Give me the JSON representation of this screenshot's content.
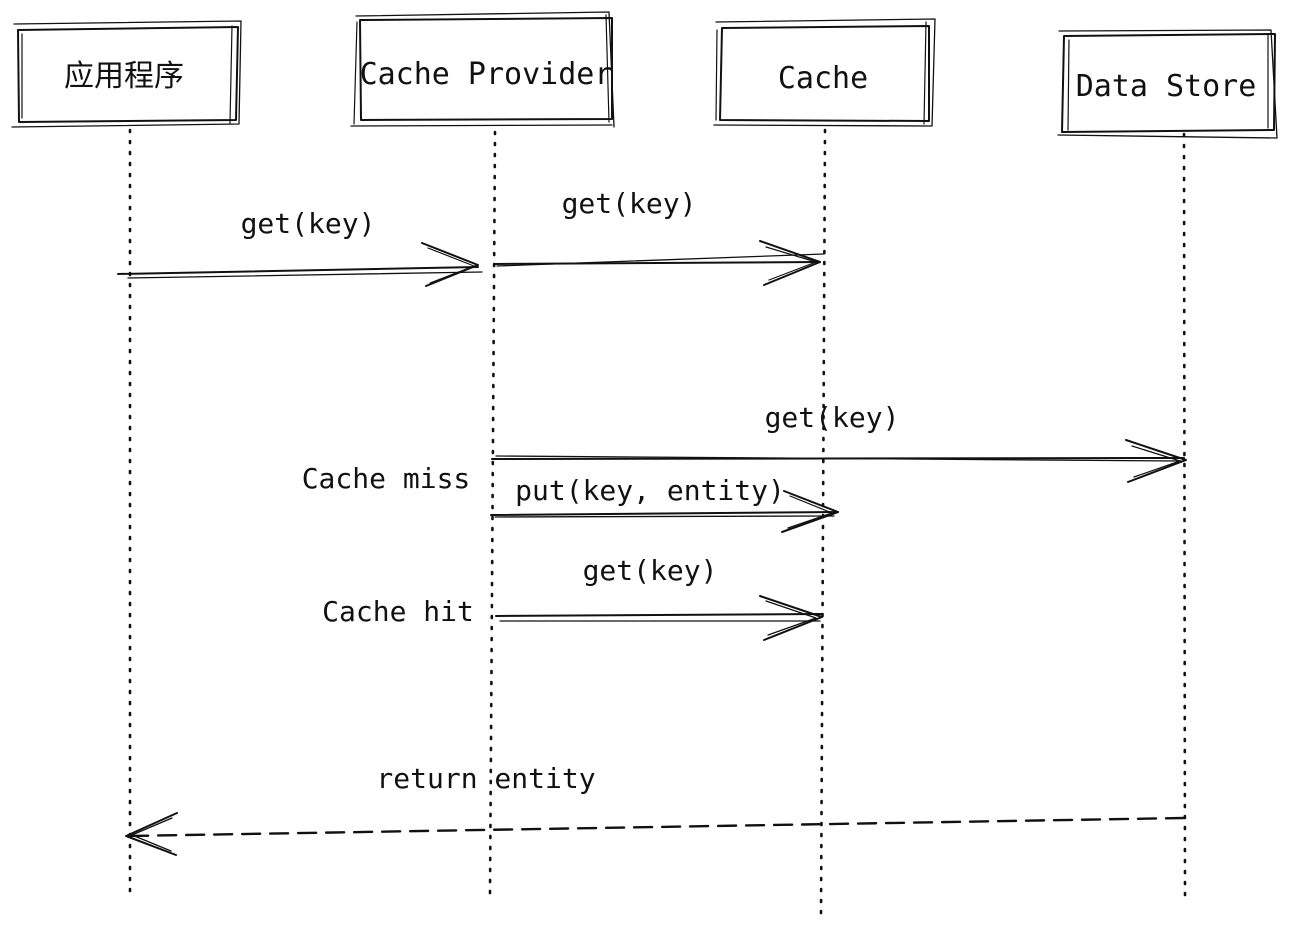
{
  "participants": [
    {
      "id": "app",
      "label": "应用程序"
    },
    {
      "id": "provider",
      "label": "Cache Provider"
    },
    {
      "id": "cache",
      "label": "Cache"
    },
    {
      "id": "store",
      "label": "Data Store"
    }
  ],
  "messages": [
    {
      "id": "msg1",
      "label": "get(key)",
      "from": "app",
      "to": "provider",
      "style": "solid"
    },
    {
      "id": "msg2",
      "label": "get(key)",
      "from": "provider",
      "to": "cache",
      "style": "solid"
    },
    {
      "id": "msg3",
      "label": "get(key)",
      "from": "provider",
      "to": "store",
      "style": "solid"
    },
    {
      "id": "msg4",
      "label": "put(key, entity)",
      "from": "provider",
      "to": "cache",
      "style": "solid"
    },
    {
      "id": "msg5",
      "label": "get(key)",
      "from": "provider",
      "to": "cache",
      "style": "solid"
    },
    {
      "id": "msg6",
      "label": "return entity",
      "from": "store",
      "to": "app",
      "style": "dashed"
    }
  ],
  "notes": [
    {
      "id": "miss",
      "label": "Cache miss"
    },
    {
      "id": "hit",
      "label": "Cache hit"
    }
  ]
}
